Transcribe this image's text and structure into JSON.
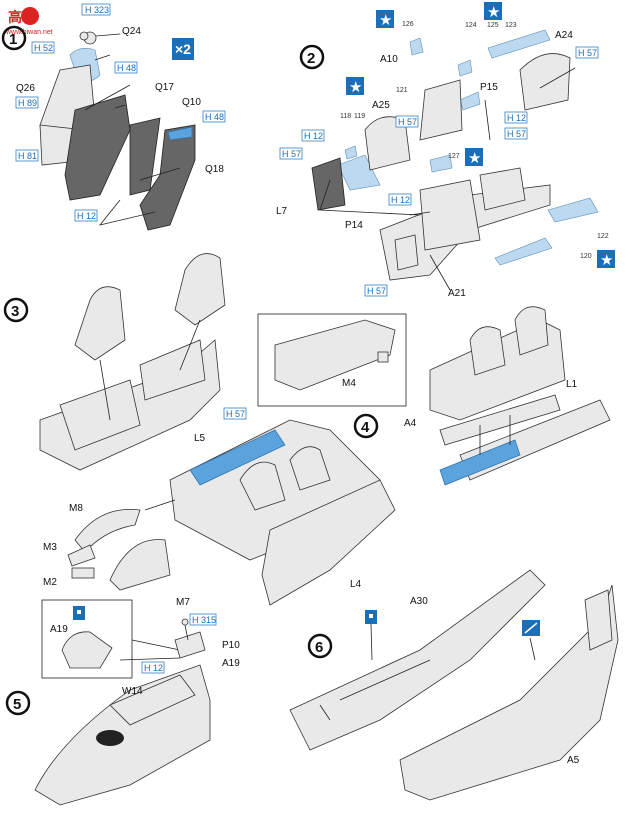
{
  "watermark": {
    "logo_text": "高玩",
    "site": "www.hiwan.net"
  },
  "steps": [
    {
      "number": "1",
      "multiplier": "×2"
    },
    {
      "number": "2"
    },
    {
      "number": "3"
    },
    {
      "number": "4"
    },
    {
      "number": "5"
    },
    {
      "number": "6"
    }
  ],
  "step1_labels": {
    "h323": "H 323",
    "q24": "Q24",
    "h52": "H 52",
    "q26": "Q26",
    "h89": "H 89",
    "h48a": "H 48",
    "q17": "Q17",
    "q10": "Q10",
    "h48b": "H 48",
    "h81": "H 81",
    "q18": "Q18",
    "h12": "H 12"
  },
  "step2_labels": {
    "d126": "126",
    "d124": "124",
    "d125": "125",
    "d123": "123",
    "a24": "A24",
    "h57a": "H 57",
    "a10": "A10",
    "d121": "121",
    "p15": "P15",
    "h12a": "H 12",
    "h57b": "H 57",
    "a25": "A25",
    "h57c": "H 57",
    "d118": "118",
    "d119": "119",
    "h12b": "H 12",
    "h57d": "H 57",
    "d127": "127",
    "l7": "L7",
    "h12c": "H 12",
    "p14": "P14",
    "d122": "122",
    "d120": "120",
    "h57e": "H 57",
    "a21": "A21"
  },
  "step4_labels": {
    "m4": "M4",
    "h57": "H 57",
    "l5": "L5",
    "a4": "A4",
    "l1": "L1",
    "m8": "M8",
    "m3": "M3",
    "m2": "M2",
    "m7": "M7",
    "l4": "L4"
  },
  "step5_labels": {
    "h315": "H 315",
    "a19a": "A19",
    "p10": "P10",
    "a19b": "A19",
    "h12": "H 12",
    "w14": "W14"
  },
  "step6_labels": {
    "a30": "A30",
    "a5": "A5"
  },
  "colors": {
    "accent_blue": "#1a6fb8",
    "light_blue": "#bcd9f0",
    "gray": "#666666"
  }
}
